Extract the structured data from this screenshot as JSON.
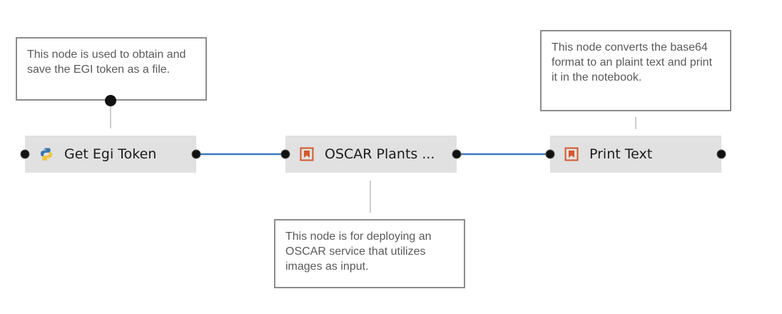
{
  "nodes": [
    {
      "id": "get-egi-token",
      "label": "Get Egi Token",
      "icon": "python-icon"
    },
    {
      "id": "oscar-plants",
      "label": "OSCAR Plants ...",
      "icon": "bookmark-icon"
    },
    {
      "id": "print-text",
      "label": "Print Text",
      "icon": "bookmark-icon"
    }
  ],
  "comments": [
    {
      "text": "This node is used to obtain and save the EGI token as a file."
    },
    {
      "text": "This node is for deploying an OSCAR service that utilizes images as input."
    },
    {
      "text": "This node converts the base64 format to an plaint text and print it in the notebook."
    }
  ],
  "colors": {
    "link": "#3d7ac0",
    "node_bg": "#e1e1e1",
    "port": "#111111",
    "comment_border": "#8c8c8c",
    "bookmark_icon": "#d4582b",
    "python_blue": "#3b75ad",
    "python_yellow": "#f0c43b"
  }
}
